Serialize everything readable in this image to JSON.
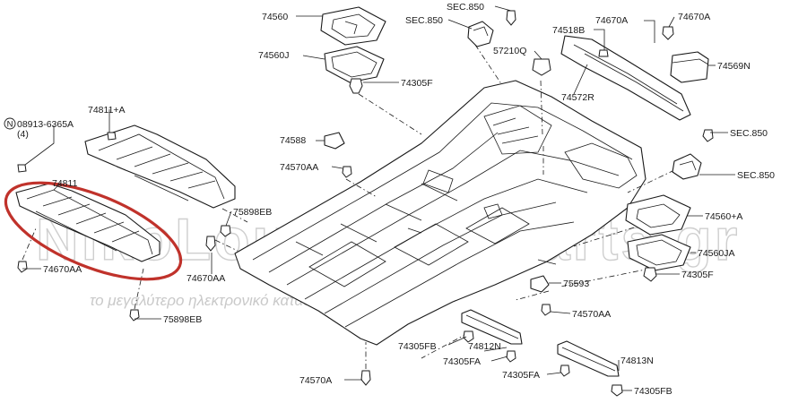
{
  "diagram": {
    "highlight_color": "#c0322b",
    "watermark": {
      "main": "NikoLoutsAutoParts.gr",
      "sub": "το μεγαλύτερο ηλεκτρονικό κατάστημα ανταλλακτικών"
    },
    "callouts": [
      {
        "id": "74560",
        "text": "74560"
      },
      {
        "id": "sec850a",
        "text": "SEC.850"
      },
      {
        "id": "sec850b",
        "text": "SEC.850"
      },
      {
        "id": "74670a_top1",
        "text": "74670A"
      },
      {
        "id": "74670a_top2",
        "text": "74670A"
      },
      {
        "id": "74518b",
        "text": "74518B"
      },
      {
        "id": "74560j",
        "text": "74560J"
      },
      {
        "id": "57210q",
        "text": "57210Q"
      },
      {
        "id": "74569n",
        "text": "74569N"
      },
      {
        "id": "74305f_top",
        "text": "74305F"
      },
      {
        "id": "74572r",
        "text": "74572R"
      },
      {
        "id": "74811plusa",
        "text": "74811+A"
      },
      {
        "id": "n08913",
        "text": "08913-6365A"
      },
      {
        "id": "n08913qty",
        "text": "(4)"
      },
      {
        "id": "sec850c",
        "text": "SEC.850"
      },
      {
        "id": "74588",
        "text": "74588"
      },
      {
        "id": "74570aa_top",
        "text": "74570AA"
      },
      {
        "id": "sec850d",
        "text": "SEC.850"
      },
      {
        "id": "74811",
        "text": "74811"
      },
      {
        "id": "75898eb_a",
        "text": "75898EB"
      },
      {
        "id": "74560plusa",
        "text": "74560+A"
      },
      {
        "id": "74670aa_left",
        "text": "74670AA"
      },
      {
        "id": "74560ja",
        "text": "74560JA"
      },
      {
        "id": "74670aa_mid",
        "text": "74670AA"
      },
      {
        "id": "74305f_right",
        "text": "74305F"
      },
      {
        "id": "75593",
        "text": "75593"
      },
      {
        "id": "74570aa_mid",
        "text": "74570AA"
      },
      {
        "id": "75898eb_b",
        "text": "75898EB"
      },
      {
        "id": "74305fb_a",
        "text": "74305FB"
      },
      {
        "id": "74812n",
        "text": "74812N"
      },
      {
        "id": "74305fa_a",
        "text": "74305FA"
      },
      {
        "id": "74813n",
        "text": "74813N"
      },
      {
        "id": "74570a",
        "text": "74570A"
      },
      {
        "id": "74305fa_b",
        "text": "74305FA"
      },
      {
        "id": "74305fb_b",
        "text": "74305FB"
      }
    ]
  }
}
